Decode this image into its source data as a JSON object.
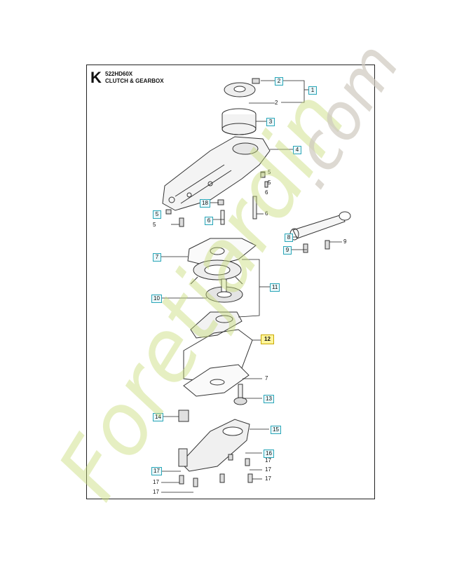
{
  "header": {
    "letter": "K",
    "model": "522HD60X",
    "title": "CLUTCH & GEARBOX"
  },
  "watermark": {
    "text": "Foretjardin.com",
    "color_green": "#c8dc7a",
    "color_orange": "#f2c291",
    "color_gray": "#cfcac0"
  },
  "callouts": [
    {
      "id": "c2a",
      "label": "2",
      "boxed": true
    },
    {
      "id": "c1",
      "label": "1",
      "boxed": true
    },
    {
      "id": "c2b",
      "label": "2",
      "boxed": false
    },
    {
      "id": "c3",
      "label": "3",
      "boxed": true
    },
    {
      "id": "c4",
      "label": "4",
      "boxed": true
    },
    {
      "id": "c5a",
      "label": "5",
      "boxed": false
    },
    {
      "id": "c5b",
      "label": "5",
      "boxed": false
    },
    {
      "id": "c18",
      "label": "18",
      "boxed": true
    },
    {
      "id": "c5c",
      "label": "5",
      "boxed": true
    },
    {
      "id": "c5d",
      "label": "5",
      "boxed": false
    },
    {
      "id": "c6a",
      "label": "6",
      "boxed": false
    },
    {
      "id": "c6b",
      "label": "6",
      "boxed": false
    },
    {
      "id": "c6c",
      "label": "6",
      "boxed": true
    },
    {
      "id": "c8",
      "label": "8",
      "boxed": true
    },
    {
      "id": "c9a",
      "label": "9",
      "boxed": true
    },
    {
      "id": "c9b",
      "label": "9",
      "boxed": false
    },
    {
      "id": "c7a",
      "label": "7",
      "boxed": true
    },
    {
      "id": "c11",
      "label": "11",
      "boxed": true
    },
    {
      "id": "c10",
      "label": "10",
      "boxed": true
    },
    {
      "id": "c12",
      "label": "12",
      "boxed": true,
      "highlight": true
    },
    {
      "id": "c7b",
      "label": "7",
      "boxed": false
    },
    {
      "id": "c13",
      "label": "13",
      "boxed": true
    },
    {
      "id": "c14",
      "label": "14",
      "boxed": true
    },
    {
      "id": "c15",
      "label": "15",
      "boxed": true
    },
    {
      "id": "c16",
      "label": "16",
      "boxed": true
    },
    {
      "id": "c17a",
      "label": "17",
      "boxed": false
    },
    {
      "id": "c17b",
      "label": "17",
      "boxed": true
    },
    {
      "id": "c17c",
      "label": "17",
      "boxed": false
    },
    {
      "id": "c17d",
      "label": "17",
      "boxed": false
    },
    {
      "id": "c17e",
      "label": "17",
      "boxed": false
    },
    {
      "id": "c17f",
      "label": "17",
      "boxed": false
    }
  ]
}
